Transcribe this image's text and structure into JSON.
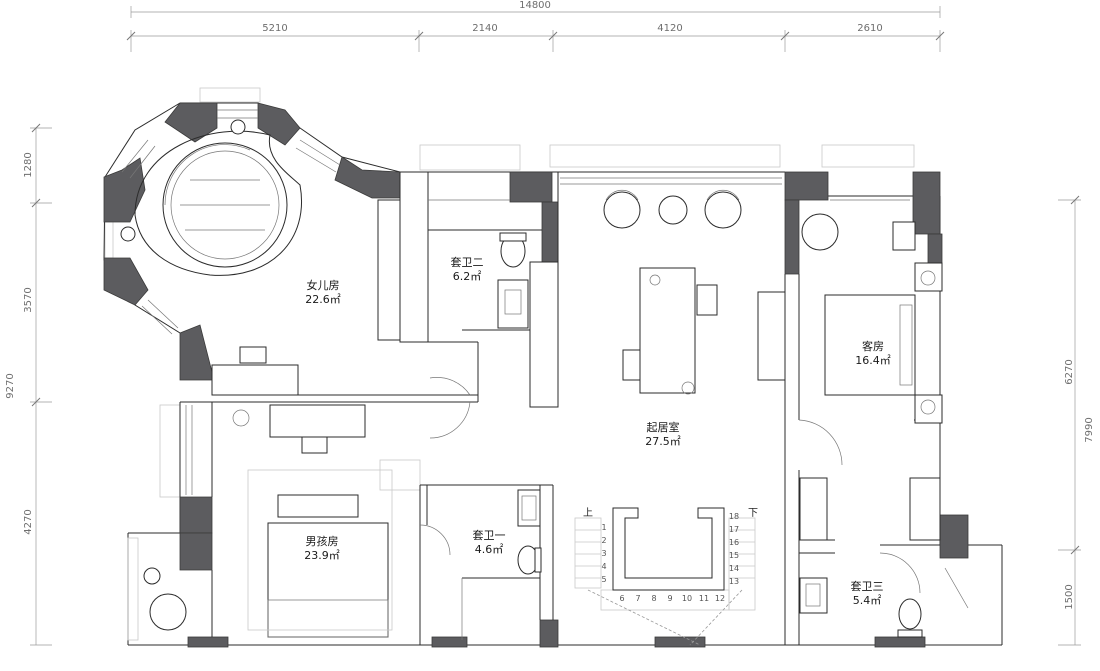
{
  "dimensions": {
    "top_total": "14800",
    "top_segments": [
      "5210",
      "2140",
      "4120",
      "2610"
    ],
    "left_total": "9270",
    "left_segments": [
      "1280",
      "3570",
      "4270"
    ],
    "right_upper": "6270",
    "right_total": "7990",
    "right_bottom": "1500"
  },
  "rooms": {
    "daughter": {
      "name": "女儿房",
      "area": "22.6㎡"
    },
    "bath2": {
      "name": "套卫二",
      "area": "6.2㎡"
    },
    "living": {
      "name": "起居室",
      "area": "27.5㎡"
    },
    "guest": {
      "name": "客房",
      "area": "16.4㎡"
    },
    "boy": {
      "name": "男孩房",
      "area": "23.9㎡"
    },
    "bath1": {
      "name": "套卫一",
      "area": "4.6㎡"
    },
    "bath3": {
      "name": "套卫三",
      "area": "5.4㎡"
    }
  },
  "stairs": {
    "up_label": "上",
    "down_label": "下",
    "left_steps": [
      "1",
      "2",
      "3",
      "4",
      "5"
    ],
    "bottom_steps": [
      "6",
      "7",
      "8",
      "9",
      "10",
      "11",
      "12"
    ],
    "right_steps": [
      "18",
      "17",
      "16",
      "15",
      "14",
      "13"
    ]
  },
  "colors": {
    "wall_fill": "#5c5c5f",
    "line": "#2b2b2b",
    "background": "#ffffff"
  }
}
